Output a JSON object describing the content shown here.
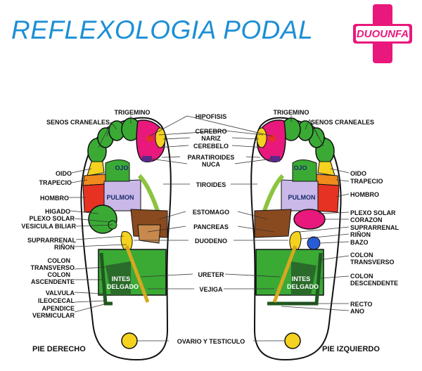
{
  "header": {
    "title": "REFLEXOLOGIA PODAL"
  },
  "logo": {
    "text": "DUOUNFA"
  },
  "feet": {
    "right": "PIE DERECHO",
    "left": "PIE IZQUIERDO"
  },
  "inner_labels": {
    "ojo": "OJO",
    "pulmon": "PULMON",
    "intestino1": "INTES",
    "intestino2": "DELGADO"
  },
  "labels_left": [
    "SENOS CRANEALES",
    "OIDO",
    "TRAPECIO",
    "HOMBRO",
    "HIGADO",
    "PLEXO SOLAR",
    "VESICULA BILIAR",
    "SUPRARRENAL",
    "RIÑON",
    "COLON",
    "TRANSVERSO",
    "COLON",
    "ASCENDENTE",
    "VALVULA",
    "ILEOCECAL",
    "APENDICE",
    "VERMICULAR"
  ],
  "labels_center": [
    "TRIGEMINO",
    "HIPOFISIS",
    "CEREBRO",
    "NARIZ",
    "CEREBELO",
    "PARATIROIDES",
    "NUCA",
    "TIROIDES",
    "ESTOMAGO",
    "PANCREAS",
    "DUODENO",
    "URETER",
    "VEJIGA",
    "OVARIO Y TESTICULO"
  ],
  "labels_right": [
    "TRIGEMINO",
    "SENOS CRANEALES",
    "OIDO",
    "TRAPECIO",
    "HOMBRO",
    "PLEXO SOLAR",
    "CORAZON",
    "SUPRARRENAL",
    "RIÑON",
    "BAZO",
    "COLON",
    "TRANSVERSO",
    "COLON",
    "DESCENDENTE",
    "RECTO",
    "ANO"
  ],
  "colors": {
    "title": "#1c8fd6",
    "logo": "#e8187c",
    "green": "#3aaa35",
    "yellow": "#f4d21f",
    "orange": "#f08a1c",
    "red": "#e63222",
    "lavender": "#c9b8e8",
    "brown": "#8a4a1f",
    "blue": "#2a5bd7"
  }
}
